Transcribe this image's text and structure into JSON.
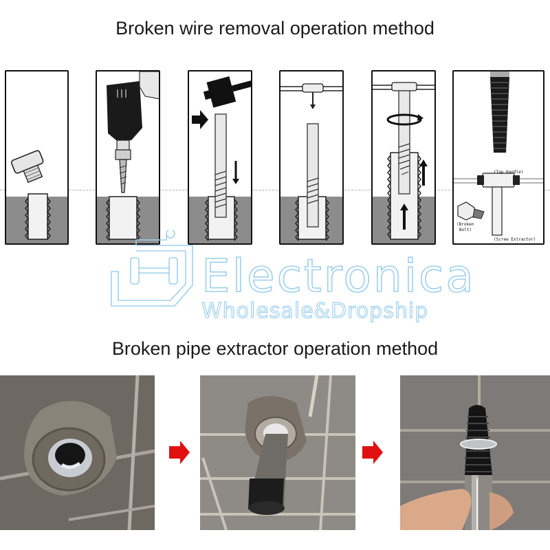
{
  "section_wire": {
    "title": "Broken wire removal operation method",
    "steps": [
      {
        "id": 1,
        "icon": "broken-bolt-icon"
      },
      {
        "id": 2,
        "icon": "drill-icon"
      },
      {
        "id": 3,
        "icon": "hammer-extractor-icon"
      },
      {
        "id": 4,
        "icon": "tap-handle-insert-icon"
      },
      {
        "id": 5,
        "icon": "rotate-extract-icon"
      },
      {
        "id": 6,
        "icon": "screw-extractor-diagram-icon"
      }
    ],
    "diagram_labels": {
      "tap_handle": "(Tap Handle)",
      "broken_bolt_line1": "(Broken",
      "broken_bolt_line2": "Bolt)",
      "screw_extractor": "(Screw Extractor)"
    },
    "colors": {
      "metal_gray": "#8c8c8c",
      "outline": "#111111"
    }
  },
  "watermark": {
    "brand": "Electronica",
    "tagline": "Wholesale&Dropship",
    "color": "#9fd0ee"
  },
  "section_pipe": {
    "title": "Broken pipe extractor operation method",
    "photos": [
      {
        "id": 1,
        "subject": "broken-pipe-in-wall"
      },
      {
        "id": 2,
        "subject": "extractor-inserted"
      },
      {
        "id": 3,
        "subject": "extracted-pipe-on-tool"
      }
    ],
    "arrow_color": "#e01010"
  }
}
